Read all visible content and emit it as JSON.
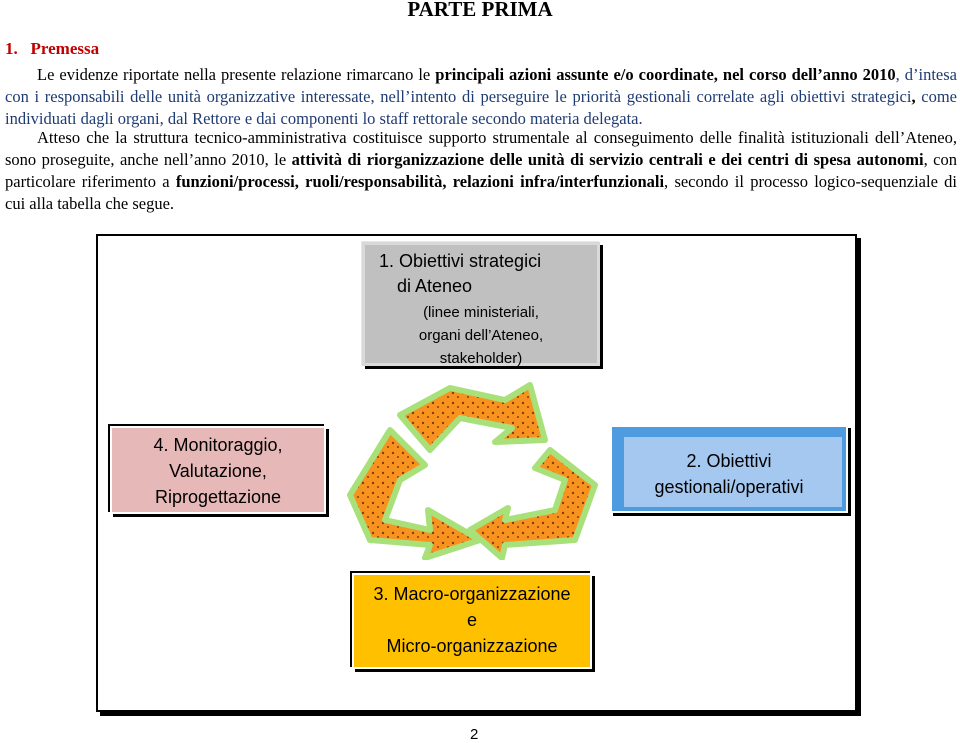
{
  "header": {
    "title": "PARTE PRIMA"
  },
  "section": {
    "number": "1.",
    "title": "Premessa"
  },
  "paragraph1": {
    "t1": "Le evidenze riportate nella presente relazione rimarcano le ",
    "b1": "principali azioni assunte e/o coordinate, nel corso dell’anno 2010",
    "t2": ", d’intesa con i responsabili delle unità organizzative interessate, nell’intento di perseguire le priorità gestionali correlate agli obiettivi strategici",
    "b2": ",",
    "t3": " come individuati dagli organi, dal Rettore e dai componenti lo staff rettorale secondo materia delegata."
  },
  "paragraph2": {
    "t1": "Atteso che la struttura tecnico-amministrativa costituisce supporto strumentale al conseguimento delle finalità istituzionali dell’Ateneo, sono proseguite, anche nell’anno 2010, le ",
    "b1": "attività di riorganizzazione delle unità di servizio centrali e dei centri di spesa autonomi",
    "t2": ", con particolare riferimento a ",
    "b2": "funzioni/processi, ruoli/responsabilità, relazioni infra/interfunzionali",
    "t3": ", secondo il processo logico-sequenziale di cui alla tabella che segue."
  },
  "diagram": {
    "box1": {
      "line1": "1. Obiettivi strategici",
      "line2": "di Ateneo",
      "line3": "(linee ministeriali,",
      "line4": "organi dell’Ateneo,",
      "line5": "stakeholder)",
      "color": "#c0c0c0"
    },
    "box2": {
      "line1": "2. Obiettivi",
      "line2": "gestionali/operativi",
      "color": "#a4c8f0"
    },
    "box3": {
      "line1": "3. Macro-organizzazione",
      "line2": "e",
      "line3": "Micro-organizzazione",
      "color": "#ffc000"
    },
    "box4": {
      "line1": "4. Monitoraggio,",
      "line2": "Valutazione,",
      "line3": "Riprogettazione",
      "color": "#e6b8b7"
    },
    "icon": "recycle-arrows-icon",
    "arrow_fill": "#f7931e",
    "arrow_outline": "#a8e07a"
  },
  "footer": {
    "page_number": "2"
  }
}
